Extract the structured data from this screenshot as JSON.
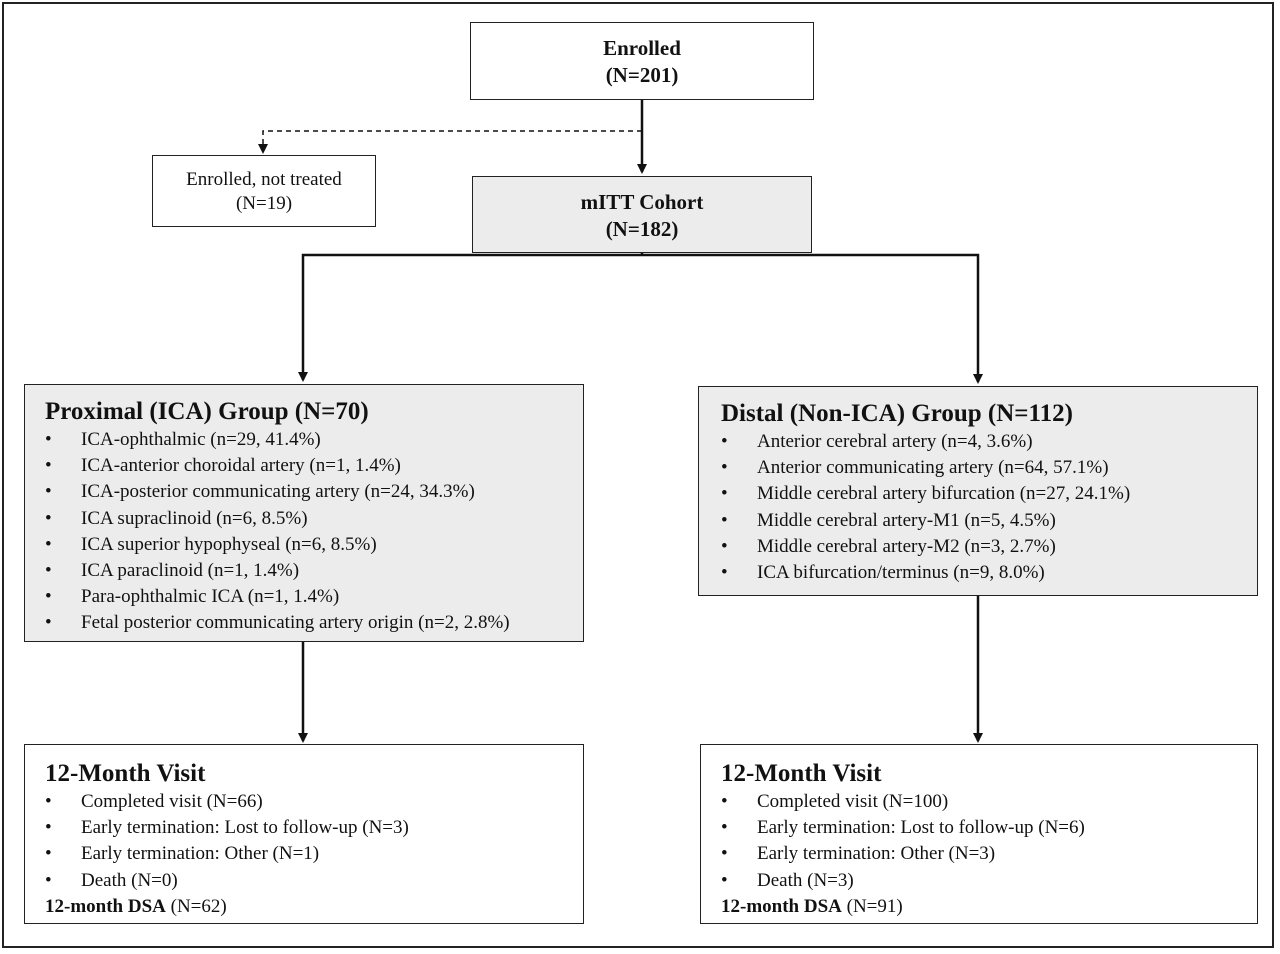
{
  "enrolled": {
    "label": "Enrolled",
    "count": "(N=201)"
  },
  "not_treated": {
    "label": "Enrolled, not treated",
    "count": "(N=19)"
  },
  "mitt": {
    "label": "mITT Cohort",
    "count": "(N=182)"
  },
  "proximal": {
    "title": "Proximal (ICA) Group (N=70)",
    "items": [
      "ICA-ophthalmic (n=29, 41.4%)",
      "ICA-anterior choroidal artery (n=1, 1.4%)",
      "ICA-posterior communicating artery (n=24, 34.3%)",
      "ICA supraclinoid (n=6, 8.5%)",
      "ICA superior hypophyseal (n=6, 8.5%)",
      "ICA paraclinoid (n=1, 1.4%)",
      "Para-ophthalmic ICA (n=1, 1.4%)",
      "Fetal posterior communicating artery origin (n=2, 2.8%)"
    ]
  },
  "distal": {
    "title": "Distal (Non-ICA) Group (N=112)",
    "items": [
      "Anterior cerebral artery (n=4, 3.6%)",
      "Anterior communicating artery (n=64, 57.1%)",
      "Middle cerebral artery bifurcation (n=27, 24.1%)",
      "Middle cerebral artery-M1 (n=5, 4.5%)",
      "Middle cerebral artery-M2 (n=3, 2.7%)",
      "ICA bifurcation/terminus (n=9, 8.0%)"
    ]
  },
  "proximal_visit": {
    "title": "12-Month Visit",
    "items": [
      "Completed visit (N=66)",
      "Early termination: Lost to follow-up (N=3)",
      "Early termination: Other (N=1)",
      "Death (N=0)"
    ],
    "dsa_label": "12-month DSA",
    "dsa_count": " (N=62)"
  },
  "distal_visit": {
    "title": "12-Month Visit",
    "items": [
      "Completed visit (N=100)",
      "Early termination: Lost to follow-up (N=6)",
      "Early termination: Other (N=3)",
      "Death (N=3)"
    ],
    "dsa_label": "12-month DSA",
    "dsa_count": " (N=91)"
  },
  "bullet_char": "•",
  "colors": {
    "line": "#111111",
    "shaded_fill": "#ececec",
    "border": "#222222"
  }
}
